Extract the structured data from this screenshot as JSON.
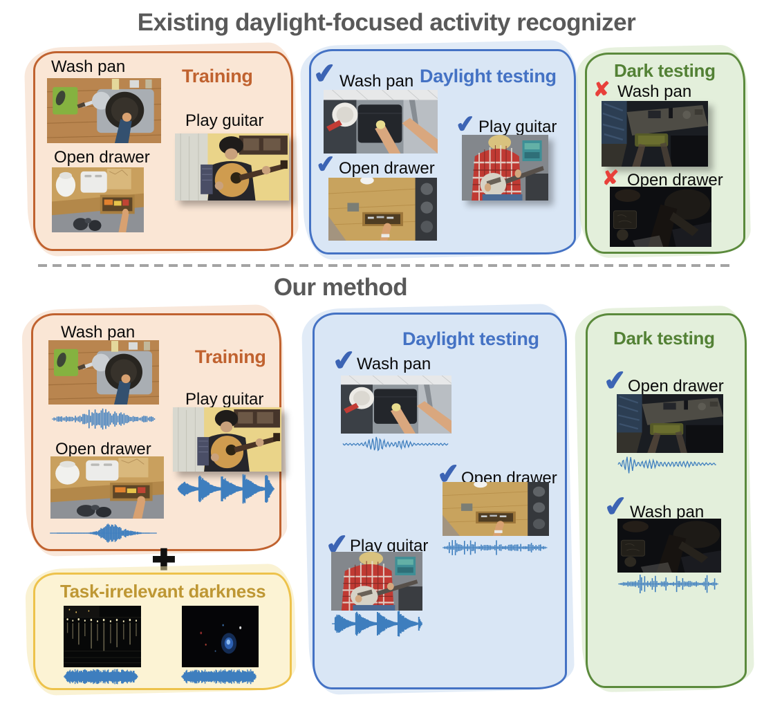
{
  "titles": {
    "existing": "Existing daylight-focused activity recognizer",
    "ours": "Our method"
  },
  "icons": {
    "check": "✔",
    "cross": "✘",
    "plus": "✚"
  },
  "colors": {
    "heading_gray": "#595959",
    "orange_border": "#C0622F",
    "orange_fill": "#FAE6D5",
    "orange_text": "#C0622F",
    "blue_border": "#4472C4",
    "blue_fill": "#D9E6F5",
    "blue_text": "#4472C4",
    "green_border": "#5B8A3C",
    "green_fill": "#E3EFDB",
    "green_text": "#538135",
    "yellow_border": "#EDC24B",
    "yellow_fill": "#FCF3D4",
    "yellow_text": "#BE9734",
    "check_blue": "#3C64B4",
    "cross_red": "#E8403A",
    "waveform_blue": "#3E7EBE"
  },
  "existing": {
    "training": {
      "title": "Training",
      "items": [
        {
          "label": "Wash pan"
        },
        {
          "label": "Open drawer"
        },
        {
          "label": "Play guitar"
        }
      ]
    },
    "daylight": {
      "title": "Daylight testing",
      "items": [
        {
          "label": "Wash pan",
          "mark": "✔"
        },
        {
          "label": "Open drawer",
          "mark": "✔"
        },
        {
          "label": "Play guitar",
          "mark": "✔"
        }
      ]
    },
    "dark": {
      "title": "Dark testing",
      "items": [
        {
          "label": "Wash pan",
          "mark": "✘"
        },
        {
          "label": "Open drawer",
          "mark": "✘"
        }
      ]
    }
  },
  "ours": {
    "training": {
      "title": "Training",
      "items": [
        {
          "label": "Wash pan"
        },
        {
          "label": "Open drawer"
        },
        {
          "label": "Play guitar"
        }
      ]
    },
    "darkness": {
      "title": "Task-irrelevant darkness"
    },
    "daylight": {
      "title": "Daylight testing",
      "items": [
        {
          "label": "Wash pan",
          "mark": "✔"
        },
        {
          "label": "Open drawer",
          "mark": "✔"
        },
        {
          "label": "Play guitar",
          "mark": "✔"
        }
      ]
    },
    "dark": {
      "title": "Dark testing",
      "items": [
        {
          "label": "Open drawer",
          "mark": "✔"
        },
        {
          "label": "Wash pan",
          "mark": "✔"
        }
      ]
    }
  }
}
